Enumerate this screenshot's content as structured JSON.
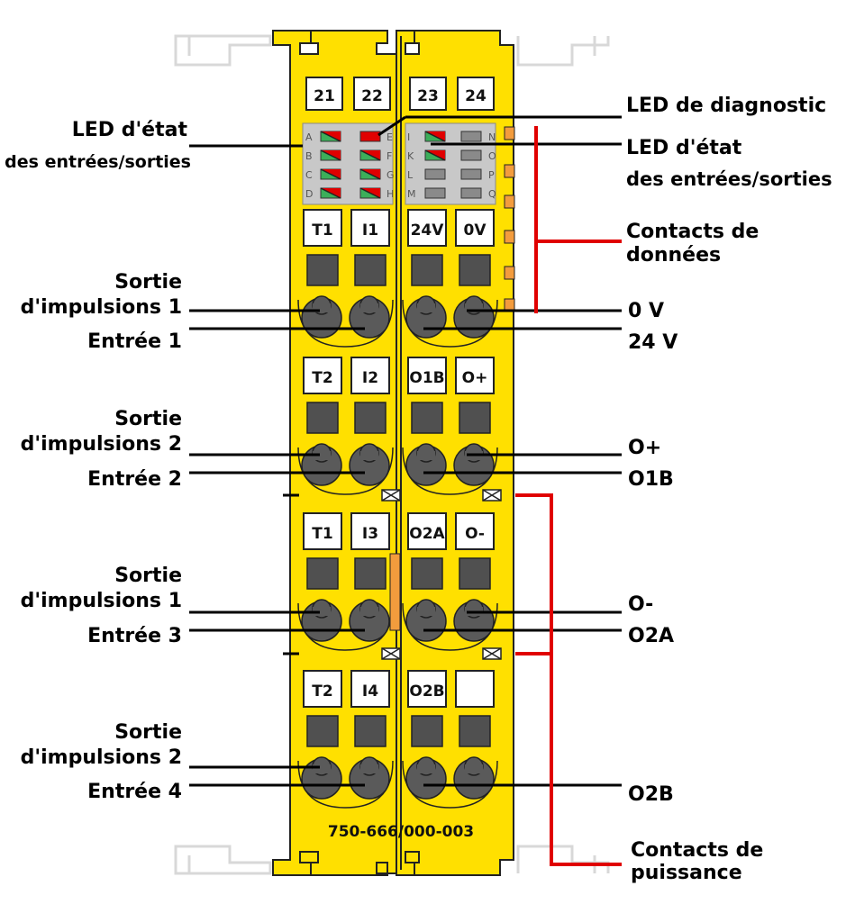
{
  "module": {
    "part_number": "750-666/000-003",
    "top_numbers": [
      "21",
      "22",
      "23",
      "24"
    ],
    "led_letters_left": [
      "A",
      "B",
      "C",
      "D"
    ],
    "led_letters_mid": [
      "E",
      "F",
      "G",
      "H"
    ],
    "led_letters_mid2": [
      "I",
      "K",
      "L",
      "M"
    ],
    "led_letters_right": [
      "N",
      "O",
      "P",
      "Q"
    ],
    "terminals": [
      [
        "T1",
        "I1",
        "24V",
        "0V"
      ],
      [
        "T2",
        "I2",
        "O1B",
        "O+"
      ],
      [
        "T1",
        "I3",
        "O2A",
        "O-"
      ],
      [
        "T2",
        "I4",
        "O2B",
        ""
      ]
    ]
  },
  "labels": {
    "left": {
      "led_status_title": "LED d'état",
      "led_status_sub": "des entrées/sorties",
      "pulse1_a_title": "Sortie",
      "pulse1_a_sub": "d'impulsions 1",
      "input1": "Entrée 1",
      "pulse2_a_title": "Sortie",
      "pulse2_a_sub": "d'impulsions 2",
      "input2": "Entrée 2",
      "pulse1_b_title": "Sortie",
      "pulse1_b_sub": "d'impulsions 1",
      "input3": "Entrée 3",
      "pulse2_b_title": "Sortie",
      "pulse2_b_sub": "d'impulsions 2",
      "input4": "Entrée 4"
    },
    "right": {
      "diag_led": "LED de diagnostic",
      "led_status_title": "LED d'état",
      "led_status_sub": "des entrées/sorties",
      "data_contacts_title": "Contacts de",
      "data_contacts_sub": "données",
      "zero_v": "0 V",
      "twentyfour_v": "24 V",
      "o_plus": "O+",
      "o1b": "O1B",
      "o_minus": "O-",
      "o2a": "O2A",
      "o2b": "O2B",
      "power_contacts_title": "Contacts de",
      "power_contacts_sub": "puissance"
    }
  },
  "colors": {
    "module_yellow": "#ffe000",
    "red_line": "#e00000",
    "grey_box": "#505050",
    "led_panel": "#c8c8c8",
    "orange_contact": "#f39c3d"
  }
}
